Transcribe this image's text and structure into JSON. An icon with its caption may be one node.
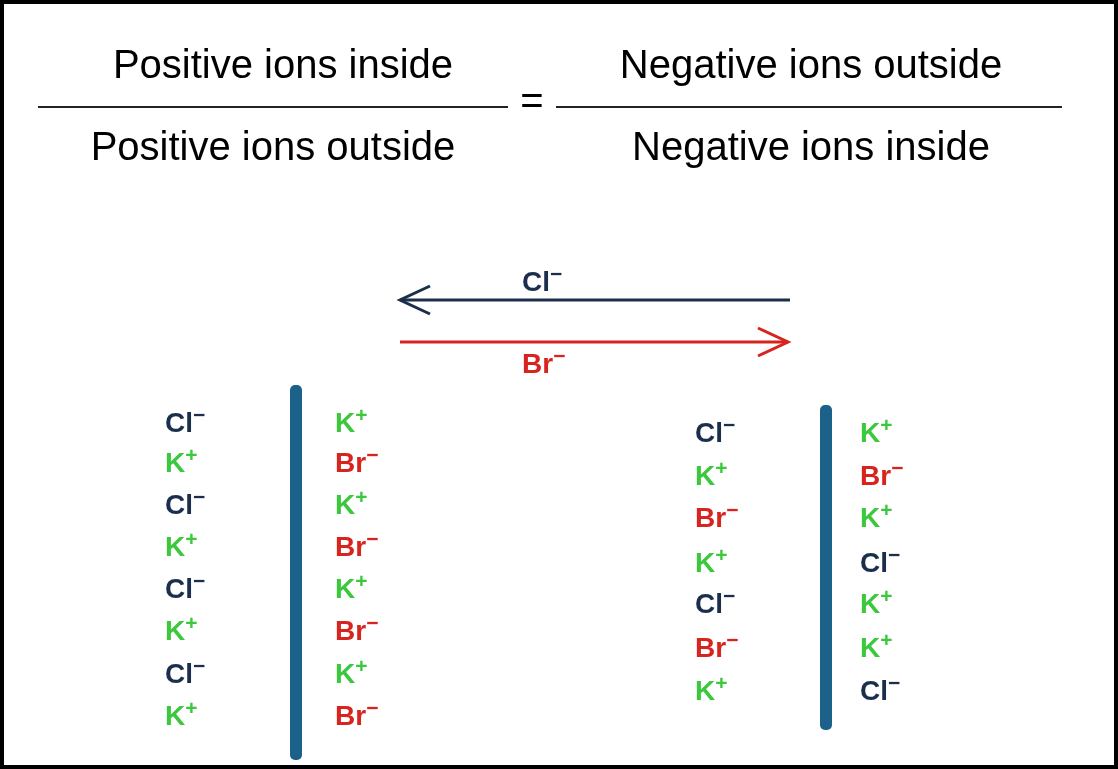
{
  "diagram": {
    "labels": [
      "Positive ions inside",
      "Positive ions outside",
      "=",
      "Negative ions outside",
      "Negative ions inside",
      "Cl$^{−}$",
      "Br$^{−}$",
      "Cl$^{−}$",
      "K$^{+}$",
      "K$^{+}$",
      "Br$^{−}$",
      "Cl$^{−}$",
      "K$^{+}$",
      "K$^{+}$",
      "Br$^{−}$",
      "Cl$^{−}$",
      "K$^{+}$",
      "K$^{+}$",
      "Br$^{−}$",
      "Cl$^{−}$",
      "K$^{+}$",
      "K$^{+}$",
      "Br$^{−}$",
      "Cl$^{−}$",
      "K$^{+}$",
      "K$^{+}$",
      "Br$^{−}$",
      "Br$^{−}$",
      "K$^{+}$",
      "K$^{+}$",
      "Cl$^{−}$",
      "Cl$^{−}$",
      "K$^{+}$",
      "Br$^{−}$",
      "K$^{+}$",
      "K$^{+}$",
      "Cl$^{−}$"
    ]
  }
}
